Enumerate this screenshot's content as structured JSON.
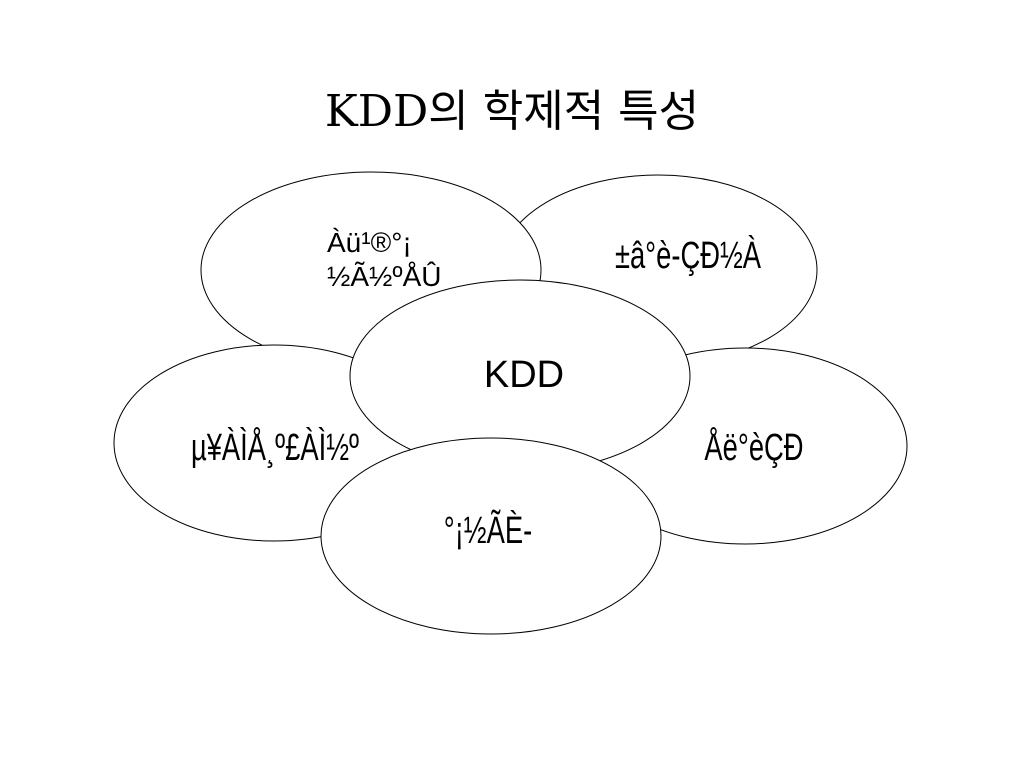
{
  "title": "KDD의 학제적 특성",
  "nodes": {
    "top_left": [
      "Àü¹®°¡",
      "½Ã½ºÅÛ"
    ],
    "top_right": "±â°è-ÇÐ½À",
    "left": "µ¥ÀÌÅ¸º£ÀÌ½º",
    "right": "Åë°èÇÐ",
    "bottom": "°¡½ÃÈ-",
    "center": "KDD"
  },
  "colors": {
    "stroke": "#000000",
    "fill": "#ffffff",
    "text": "#000000"
  }
}
